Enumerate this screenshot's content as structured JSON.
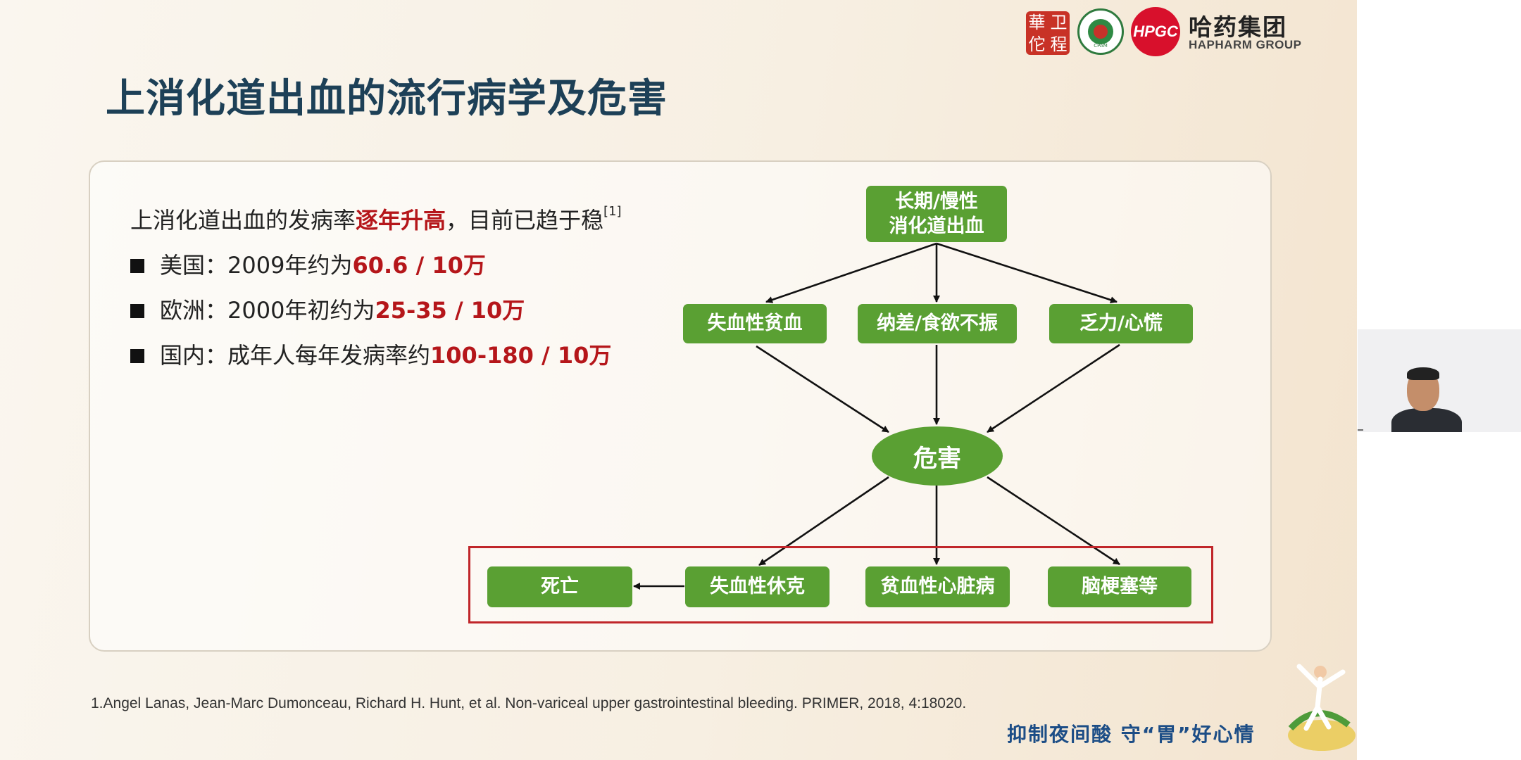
{
  "header": {
    "seal_chars": [
      "華",
      "卫",
      "佗",
      "程"
    ],
    "association_logo_text": "CPAM",
    "company_abbr": "HPGC",
    "company_name_cn": "哈药集团",
    "company_name_en": "HAPHARM GROUP"
  },
  "title": "上消化道出血的流行病学及危害",
  "intro": {
    "prefix": "上消化道出血的发病率",
    "highlight": "逐年升高",
    "suffix": "，目前已趋于稳",
    "ref": "[1]"
  },
  "bullets": [
    {
      "label": "美国：2009年约为",
      "value": "60.6 / 10万"
    },
    {
      "label": "欧洲：2000年初约为",
      "value": "25-35 / 10万"
    },
    {
      "label": "国内：成年人每年发病率约",
      "value": "100-180 / 10万"
    }
  ],
  "flow": {
    "root_line1": "长期/慢性",
    "root_line2": "消化道出血",
    "symptoms": [
      "失血性贫血",
      "纳差/食欲不振",
      "乏力/心慌"
    ],
    "center": "危害",
    "outcomes": [
      "死亡",
      "失血性休克",
      "贫血性心脏病",
      "脑梗塞等"
    ]
  },
  "reference": "1.Angel Lanas, Jean-Marc Dumonceau, Richard H. Hunt, et al. Non-variceal upper gastrointestinal bleeding. PRIMER, 2018, 4:18020.",
  "slogan": "抑制夜间酸  守“胃”好心情",
  "colors": {
    "accent_green": "#5aa033",
    "highlight_red": "#b5161a",
    "title_blue": "#1d4057"
  }
}
